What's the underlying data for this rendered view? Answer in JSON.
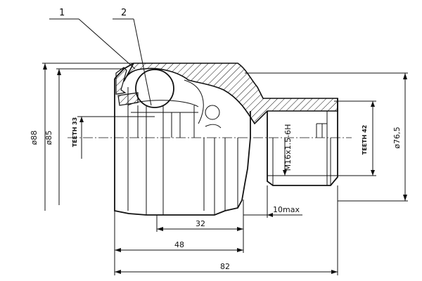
{
  "callouts": {
    "part_1": "1",
    "part_2": "2"
  },
  "dimensions": {
    "d88": "ø88",
    "d85": "ø85",
    "teeth33": "TEETH 33",
    "thread": "M16x1.5-6H",
    "teeth42": "TEETH 42",
    "d76_5": "ø76,5",
    "len_10max": "10max",
    "len_32": "32",
    "len_48": "48",
    "len_82": "82"
  },
  "colors": {
    "line": "#111111",
    "background": "#ffffff"
  }
}
